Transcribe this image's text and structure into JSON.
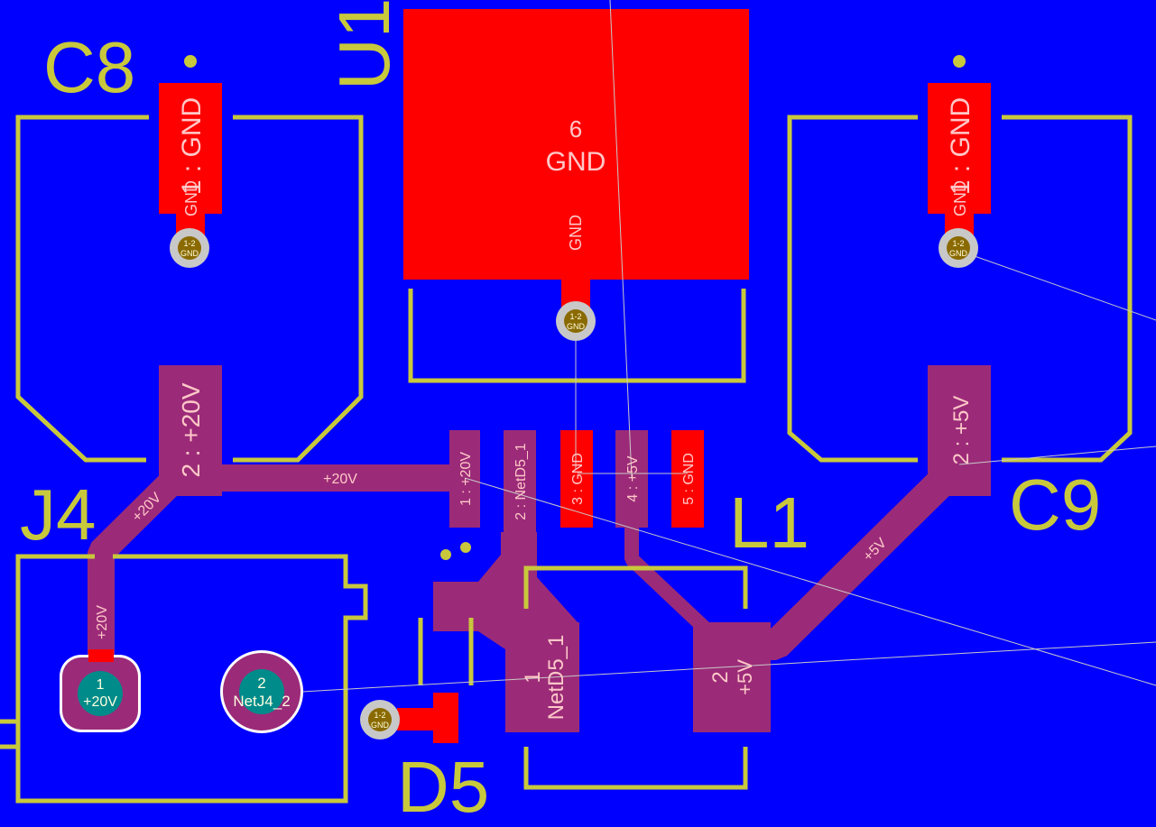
{
  "board": {
    "background_color": "#0000ff",
    "top_copper_color": "#ff0000",
    "bottom_copper_color": "#9b2b78",
    "silkscreen_color": "#c8c83c",
    "ratsnest_color": "#c8c8c8",
    "via_color": "#c8c8c8"
  },
  "designators": {
    "c8": "C8",
    "u1": "U1",
    "c9": "C9",
    "j4": "J4",
    "l1": "L1",
    "d5": "D5"
  },
  "pads": {
    "c8_pad1": "1 : GND",
    "c8_pad1_net": "GND",
    "c8_pad2": "2 : +20V",
    "c9_pad1": "1 : GND",
    "c9_pad1_net": "GND",
    "c9_pad2": "2 : +5V",
    "u1_pad6_num": "6",
    "u1_pad6_net": "GND",
    "u1_pad6_net_small": "GND",
    "u1_pin1": "1 : +20V",
    "u1_pin2": "2 : NetD5_1",
    "u1_pin3": "3 : GND",
    "u1_pin4": "4 : +5V",
    "u1_pin5": "5 : GND",
    "l1_pad1_num": "1",
    "l1_pad1_net": "NetD5_1",
    "l1_pad2_num": "2",
    "l1_pad2_net": "+5V",
    "j4_pad1_num": "1",
    "j4_pad1_net": "+20V",
    "j4_pad2_num": "2",
    "j4_pad2_net": "NetJ4_2"
  },
  "track_labels": {
    "plus20v_main": "+20V",
    "plus20v_diag": "+20V",
    "plus20v_vert": "+20V",
    "plus5v_diag": "+5V"
  },
  "vias": {
    "layers": "1-2",
    "net": "GND"
  }
}
